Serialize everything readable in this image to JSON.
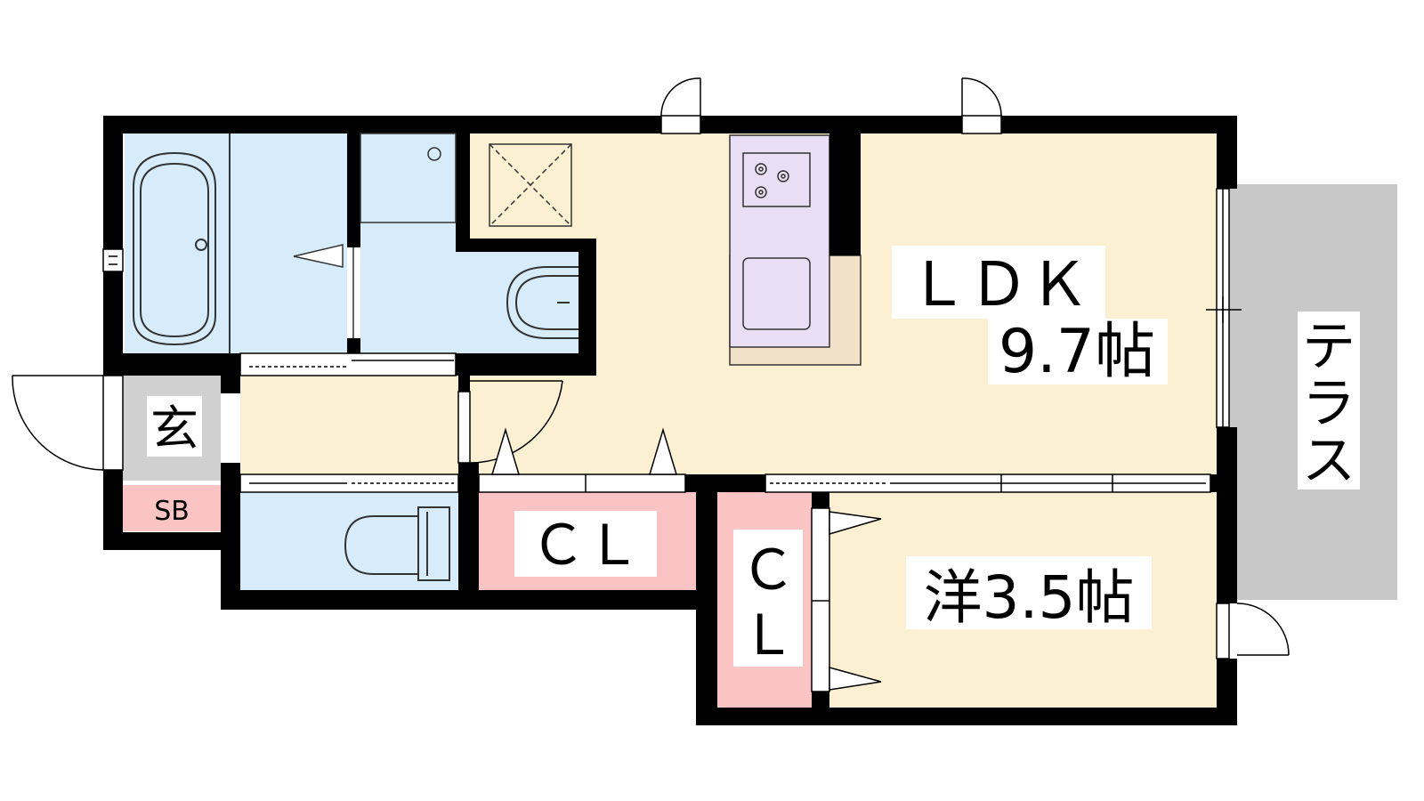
{
  "colors": {
    "ldk": "#FCF0D3",
    "wet": "#D7ECFB",
    "closet": "#FBC4C4",
    "sb": "#FBC4C4",
    "genkan": "#D0D0D0",
    "terrace": "#C8C8C8",
    "kitchen": "#E9DEF3",
    "counter": "#F1E1C9",
    "wall": "#000000"
  },
  "rooms": {
    "ldk": {
      "label": "ＬＤＫ",
      "size": "9.7帖"
    },
    "western": {
      "label": "洋3.5帖"
    },
    "closet_horizontal": {
      "label": "ＣＬ"
    },
    "closet_vertical": {
      "line1": "Ｃ",
      "line2": "Ｌ"
    },
    "genkan": {
      "label": "玄"
    },
    "shoe_box": {
      "label": "SB"
    },
    "terrace": {
      "line1": "テ",
      "line2": "ラ",
      "line3": "ス"
    }
  },
  "icons": [
    "bathtub-icon",
    "washbasin-icon",
    "toilet-icon",
    "stove-icon",
    "sink-icon",
    "washing-machine-pan-icon",
    "door-swing-icon"
  ]
}
